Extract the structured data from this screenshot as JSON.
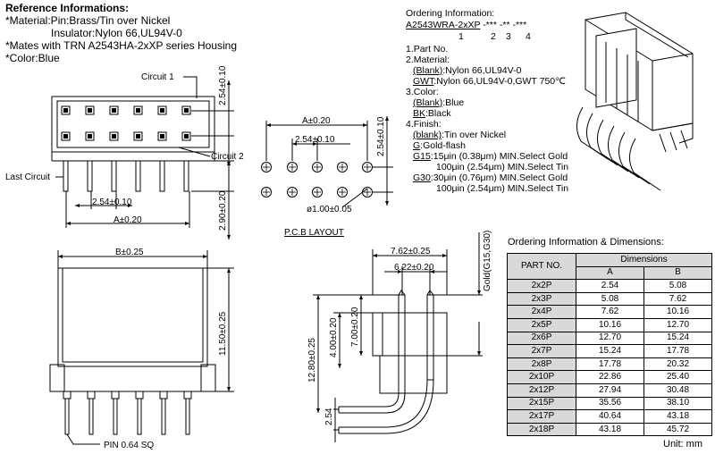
{
  "reference": {
    "title": "Reference Informations:",
    "lines": [
      "*Material:Pin:Brass/Tin over Nickel",
      "Insulator:Nylon 66,UL94V-0",
      "*Mates with TRN A2543HA-2xXP series Housing",
      "*Color:Blue"
    ]
  },
  "ordering": {
    "title": "Ordering Information:",
    "code": "A2543WRA-2xXP",
    "code_suffix": [
      "-***",
      "-**",
      "-***"
    ],
    "code_numbers": [
      "1",
      "2",
      "3",
      "4"
    ],
    "items": [
      {
        "label": "1.Part No.",
        "subs": []
      },
      {
        "label": "2.Material:",
        "subs": [
          {
            "key": "(Blank)",
            "text": ":Nylon 66,UL94V-0"
          },
          {
            "key": "GWT",
            "text": ":Nylon 66,UL94V-0,GWT 750℃"
          }
        ]
      },
      {
        "label": "3.Color:",
        "subs": [
          {
            "key": "(Blank)",
            "text": ":Blue"
          },
          {
            "key": "BK",
            "text": ":Black"
          }
        ]
      },
      {
        "label": "4.Finish:",
        "subs": [
          {
            "key": "(blank)",
            "text": ":Tin over Nickel"
          },
          {
            "key": "G",
            "text": ":Gold-flash"
          },
          {
            "key": "G15",
            "text": ":15μin (0.38μm) MIN.Select Gold"
          },
          {
            "key": "",
            "text": "100μin (2.54μm) MIN.Select Tin"
          },
          {
            "key": "G30",
            "text": ":30μin (0.76μm) MIN.Select Gold"
          },
          {
            "key": "",
            "text": "100μin (2.54μm) MIN.Select Tin"
          }
        ]
      }
    ]
  },
  "drawing": {
    "circuit1": "Circuit 1",
    "circuit2": "Circuit 2",
    "last_circuit": "Last Circuit",
    "dim_254_010": "2.54±0.10",
    "dim_a": "A±0.20",
    "dim_290": "2.90±0.20",
    "dim_b": "B±0.25",
    "dim_1150": "11.50±0.25",
    "pin": "PIN 0.64 SQ",
    "pcb_a": "A±0.20",
    "pcb_pitch": "2.54±0.10",
    "pcb_pitch_v": "2.54±0.10",
    "pcb_hole": "ø1.00±0.05",
    "pcb_title": "P.C.B LAYOUT",
    "side_762": "7.62±0.25",
    "side_622": "6.22±0.20",
    "side_gold": "Gold(G15,G30)",
    "side_1280": "12.80±0.25",
    "side_400": "4.00±0.20",
    "side_700": "7.00±0.20",
    "side_254": "2.54"
  },
  "dimensions_table": {
    "title": "Ordering Information & Dimensions:",
    "col_part": "PART NO.",
    "col_dims": "Dimensions",
    "col_a": "A",
    "col_b": "B",
    "rows": [
      [
        "2x2P",
        "2.54",
        "5.08"
      ],
      [
        "2x3P",
        "5.08",
        "7.62"
      ],
      [
        "2x4P",
        "7.62",
        "10.16"
      ],
      [
        "2x5P",
        "10.16",
        "12.70"
      ],
      [
        "2x6P",
        "12.70",
        "15.24"
      ],
      [
        "2x7P",
        "15.24",
        "17.78"
      ],
      [
        "2x8P",
        "17.78",
        "20.32"
      ],
      [
        "2x10P",
        "22.86",
        "25.40"
      ],
      [
        "2x12P",
        "27.94",
        "30.48"
      ],
      [
        "2x15P",
        "35.56",
        "38.10"
      ],
      [
        "2x17P",
        "40.64",
        "43.18"
      ],
      [
        "2x18P",
        "43.18",
        "45.72"
      ]
    ],
    "unit": "Unit: mm"
  }
}
